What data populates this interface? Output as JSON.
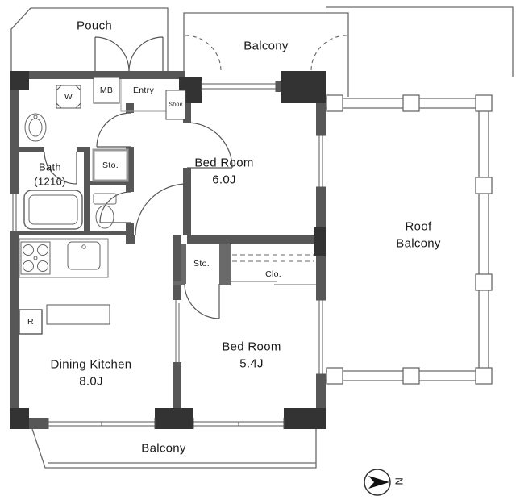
{
  "rooms": {
    "pouch": "Pouch",
    "balcony_top": "Balcony",
    "bedroom1_name": "Bed Room",
    "bedroom1_size": "6.0J",
    "roof_balcony_line1": "Roof",
    "roof_balcony_line2": "Balcony",
    "bath_name": "Bath",
    "bath_size": "(1216)",
    "bedroom2_name": "Bed Room",
    "bedroom2_size": "5.4J",
    "dining_kitchen_name": "Dining Kitchen",
    "dining_kitchen_size": "8.0J",
    "balcony_bottom": "Balcony"
  },
  "fixtures": {
    "meter_box": "MB",
    "entry": "Entry",
    "shoe": "Shoe",
    "washer": "W",
    "storage_hall": "Sto.",
    "storage_bedroom": "Sto.",
    "closet": "Clo.",
    "refrigerator": "R"
  },
  "compass": {
    "north": "N"
  },
  "colors": {
    "wall": "#575757",
    "column": "#333333",
    "line": "#555555"
  }
}
